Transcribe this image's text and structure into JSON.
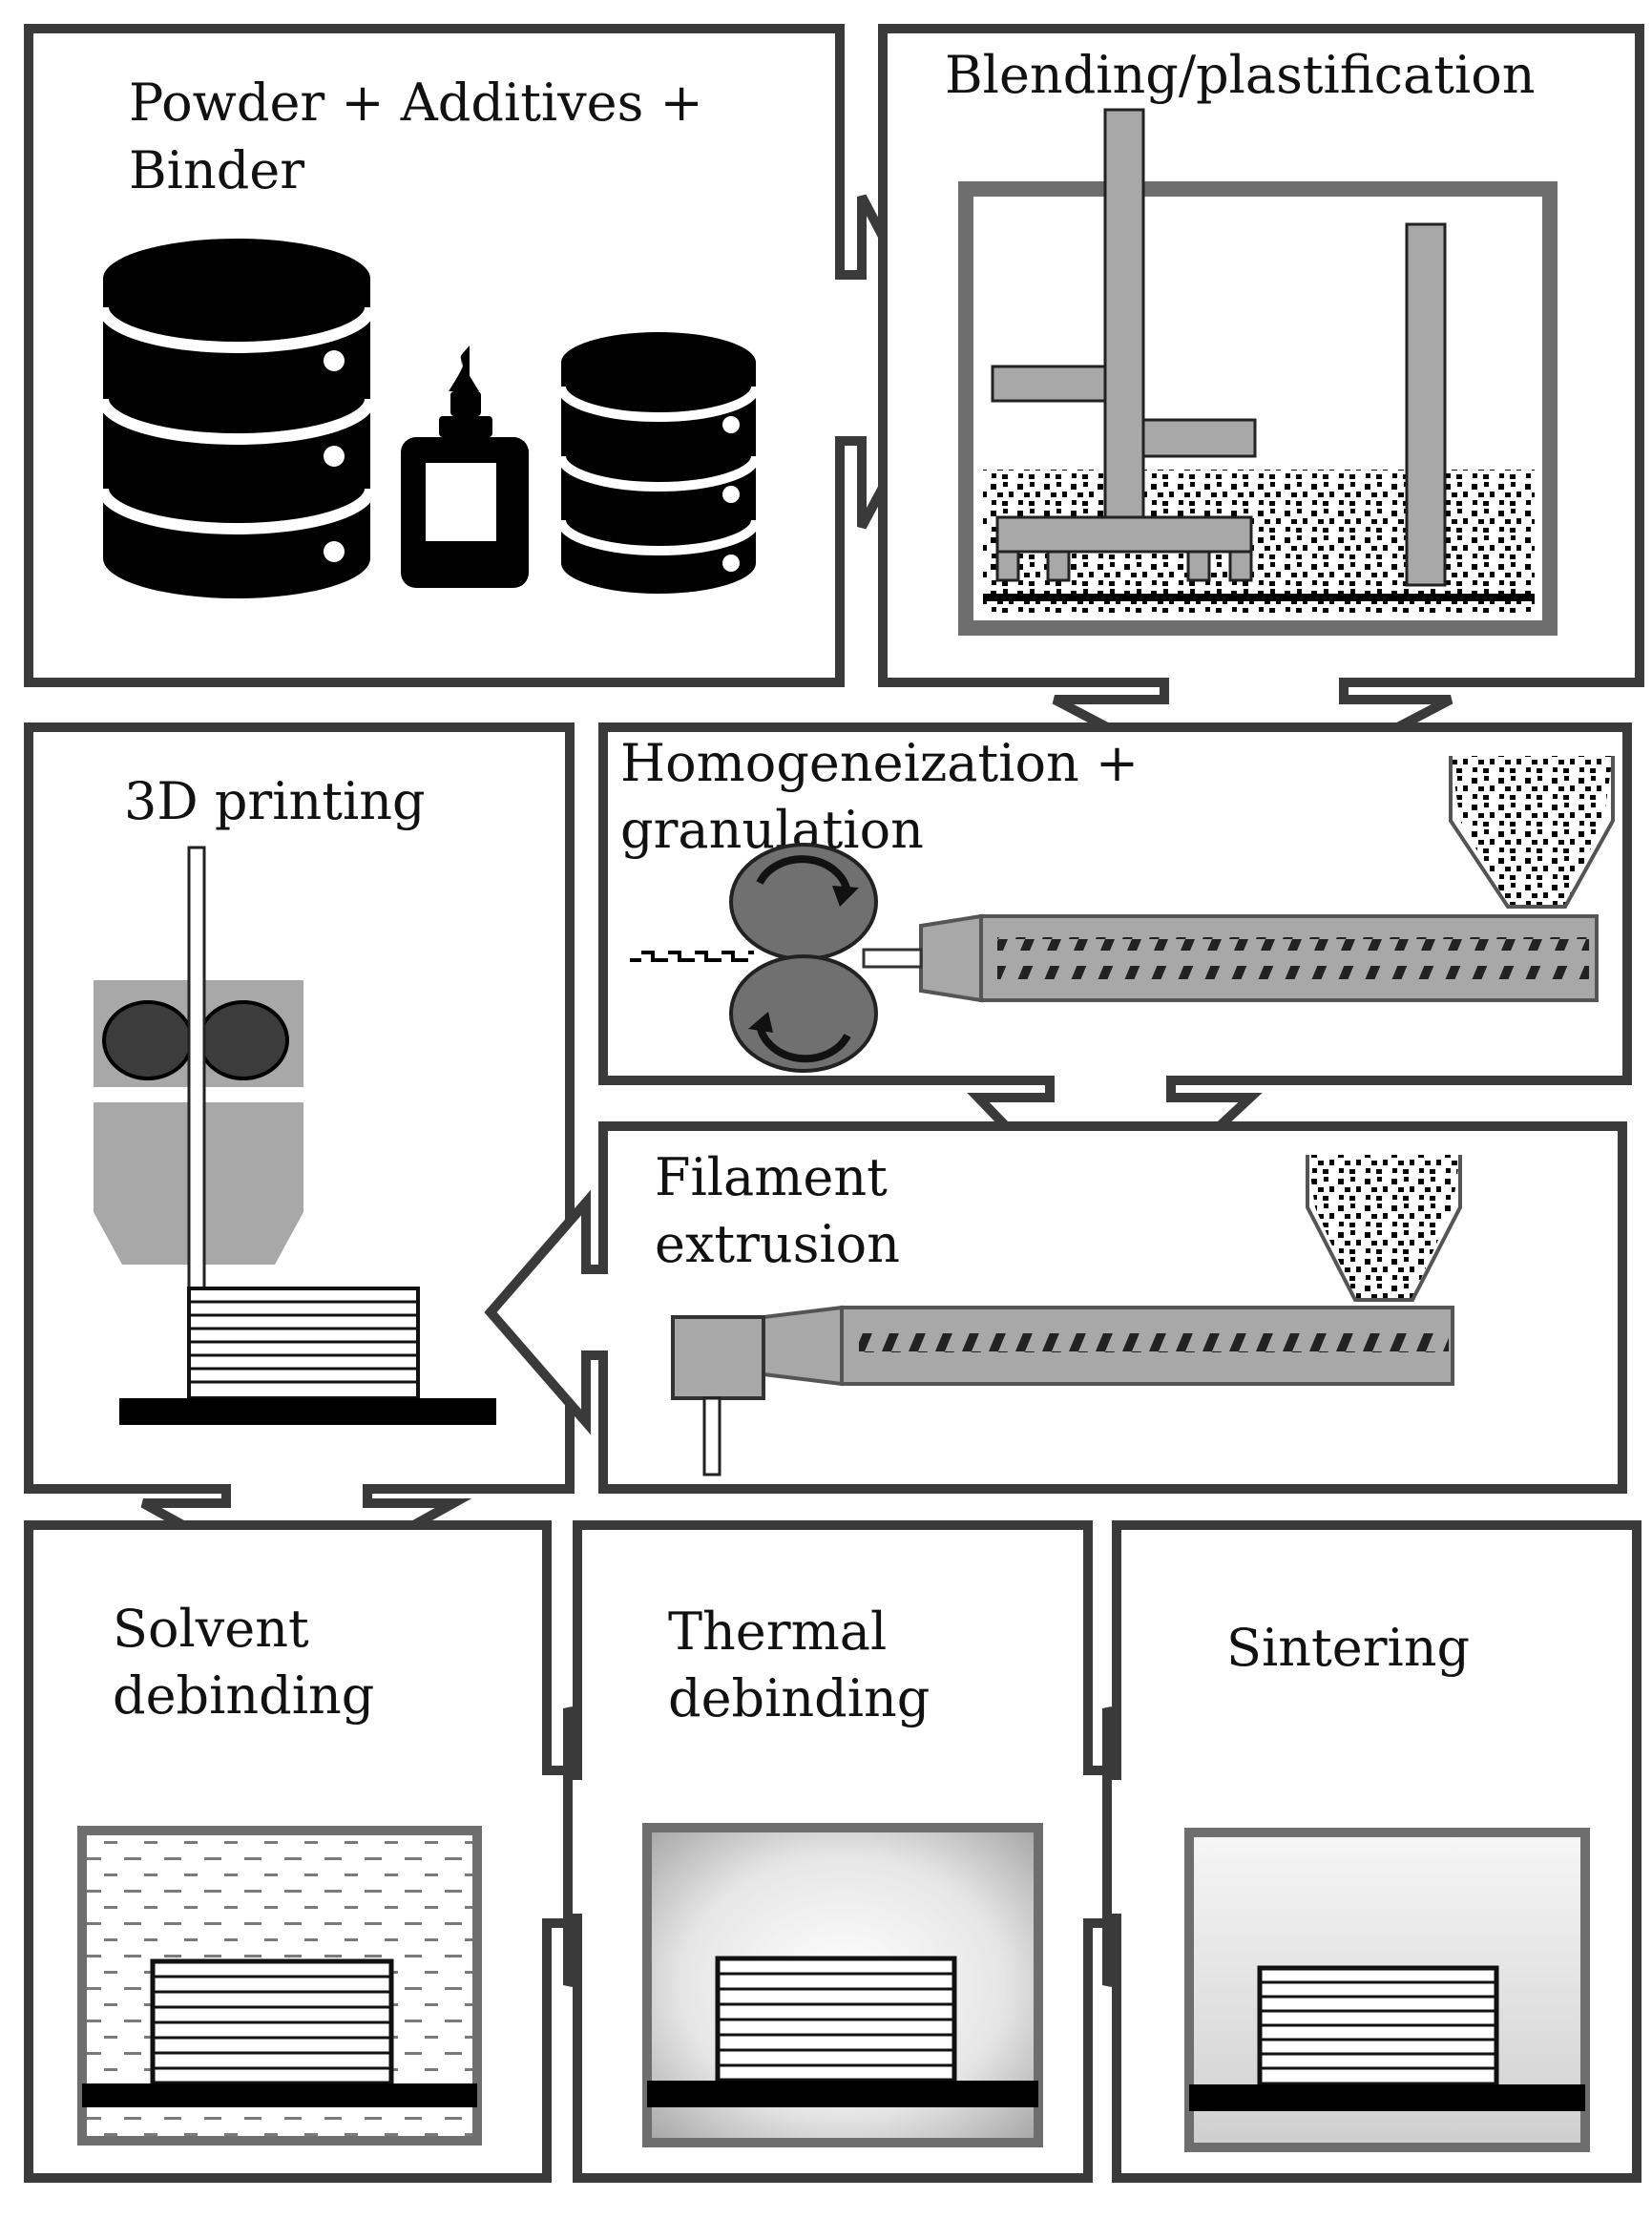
{
  "steps": {
    "powder": {
      "line1": "Powder + Additives +",
      "line2": "Binder"
    },
    "blending": {
      "line1": "Blending/plastification"
    },
    "homogenization": {
      "line1": "Homogeneization +",
      "line2": "granulation"
    },
    "printing": {
      "line1": "3D printing"
    },
    "extrusion": {
      "line1": "Filament",
      "line2": "extrusion"
    },
    "solvent": {
      "line1": "Solvent",
      "line2": "debinding"
    },
    "thermal": {
      "line1": "Thermal",
      "line2": "debinding"
    },
    "sintering": {
      "line1": "Sintering"
    }
  },
  "colors": {
    "outline": "#3a3a3a",
    "machine_gray": "#a8a8a8",
    "roller_gray": "#707070",
    "dark_gray": "#3c3c3c",
    "black": "#000000"
  }
}
